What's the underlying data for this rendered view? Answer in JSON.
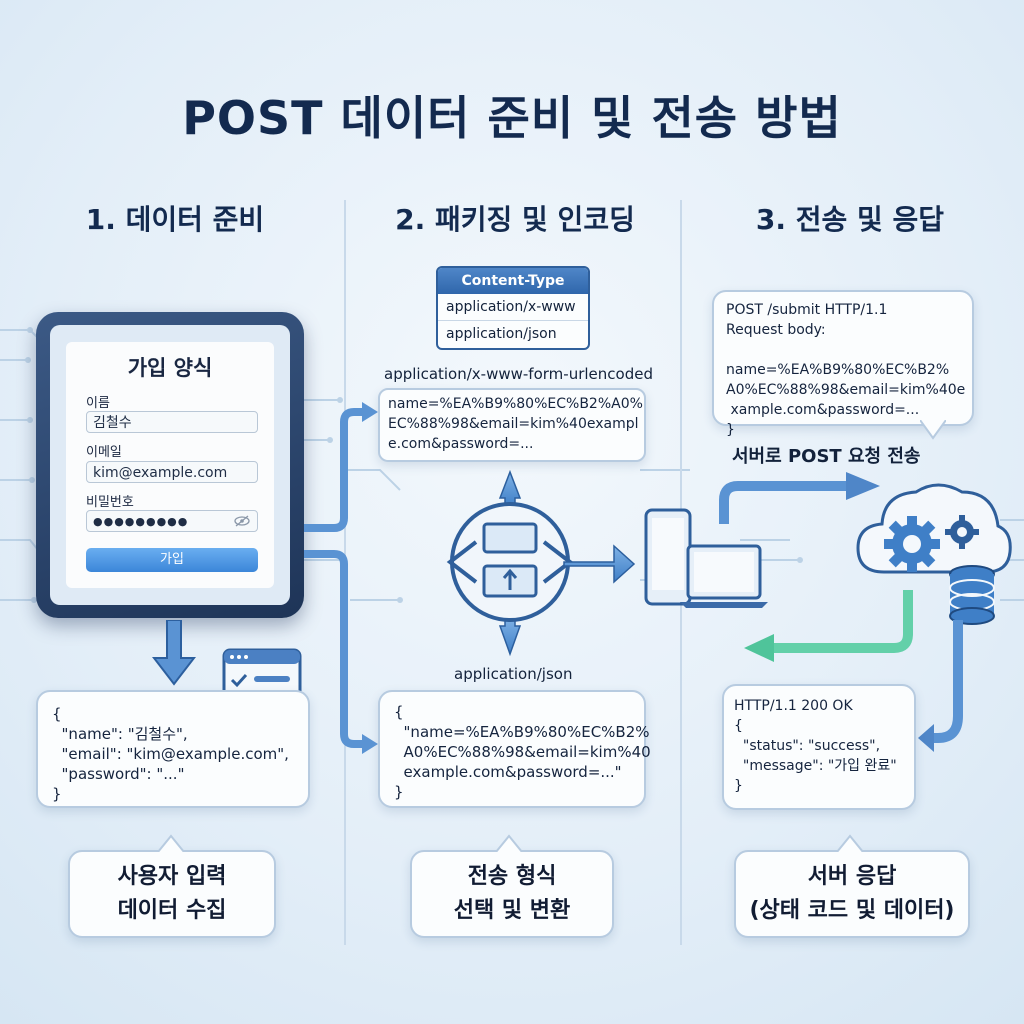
{
  "title": "POST 데이터 준비 및 전송 방법",
  "columns": {
    "c1": "1. 데이터 준비",
    "c2": "2. 패키징 및 인코딩",
    "c3": "3. 전송 및 응답"
  },
  "form": {
    "title": "가입 양식",
    "name_label": "이름",
    "name_value": "김철수",
    "email_label": "이메일",
    "email_value": "kim@example.com",
    "password_label": "비밀번호",
    "password_value": "●●●●●●●●●",
    "submit_label": "가입"
  },
  "col1": {
    "json_code": "{\n  \"name\": \"김철수\",\n  \"email\": \"kim@example.com\",\n  \"password\": \"...\"\n}",
    "caption_line1": "사용자 입력",
    "caption_line2": "데이터 수집"
  },
  "col2": {
    "content_type_header": "Content-Type",
    "content_type_options": [
      "application/x-www",
      "application/json"
    ],
    "urlencoded_label": "application/x-www-form-urlencoded",
    "urlencoded_code": "name=%EA%B9%80%EC%B2%A0%\nEC%88%98&email=kim%40exampl\ne.com&password=...",
    "json_label": "application/json",
    "json_code": "{\n  \"name=%EA%B9%80%EC%B2%\n  A0%EC%88%98&email=kim%40\n  example.com&password=...\"\n}",
    "caption_line1": "전송 형식",
    "caption_line2": "선택 및 변환"
  },
  "col3": {
    "request_code": "POST /submit HTTP/1.1\nRequest body:\n\nname=%EA%B9%80%EC%B2%\nA0%EC%88%98&email=kim%40e\n xample.com&password=...\n}",
    "send_label": "서버로 POST 요청 전송",
    "response_code": "HTTP/1.1 200 OK\n{\n  \"status\": \"success\",\n  \"message\": \"가입 완료\"\n}",
    "caption_line1": "서버 응답",
    "caption_line2": "(상태 코드 및 데이터)"
  },
  "colors": {
    "accent": "#3b86d9",
    "arrow_blue": "#4f8fd6",
    "arrow_green": "#5fd1a8",
    "navy": "#132a4f"
  }
}
